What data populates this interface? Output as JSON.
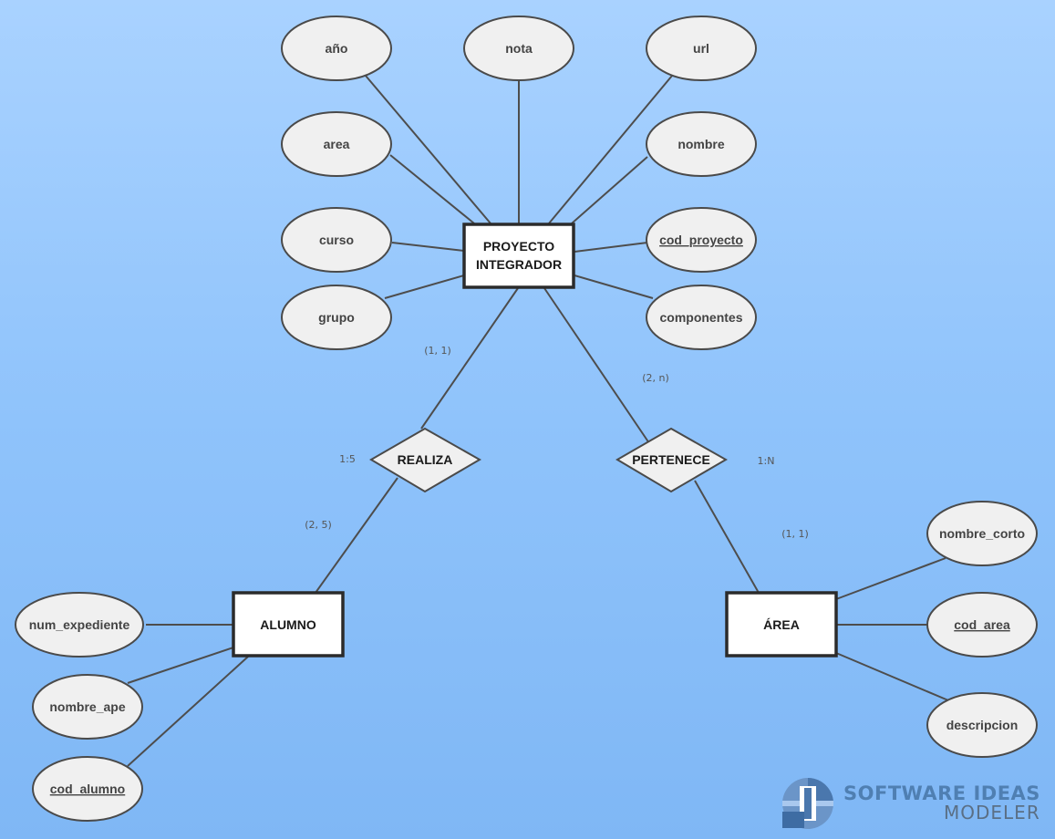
{
  "entities": {
    "proyecto_line1": "PROYECTO",
    "proyecto_line2": "INTEGRADOR",
    "alumno": "ALUMNO",
    "area": "ÁREA"
  },
  "relationships": {
    "realiza": "REALIZA",
    "pertenece": "PERTENECE"
  },
  "attributes": {
    "anio": "año",
    "nota": "nota",
    "url": "url",
    "area": "area",
    "nombre": "nombre",
    "curso": "curso",
    "cod_proyecto": "cod_proyecto",
    "grupo": "grupo",
    "componentes": "componentes",
    "num_expediente": "num_expediente",
    "nombre_ape": "nombre_ape",
    "cod_alumno": "cod_alumno",
    "nombre_corto": "nombre_corto",
    "cod_area": "cod_area",
    "descripcion": "descripcion"
  },
  "cardinalities": {
    "proyecto_realiza": "(1, 1)",
    "proyecto_pertenece": "(2, n)",
    "realiza_ratio": "1:5",
    "alumno_realiza": "(2, 5)",
    "pertenece_ratio": "1:N",
    "area_pertenece": "(1, 1)"
  },
  "branding": {
    "name": "SOFTWARE IDEAS",
    "sub": "MODELER"
  }
}
